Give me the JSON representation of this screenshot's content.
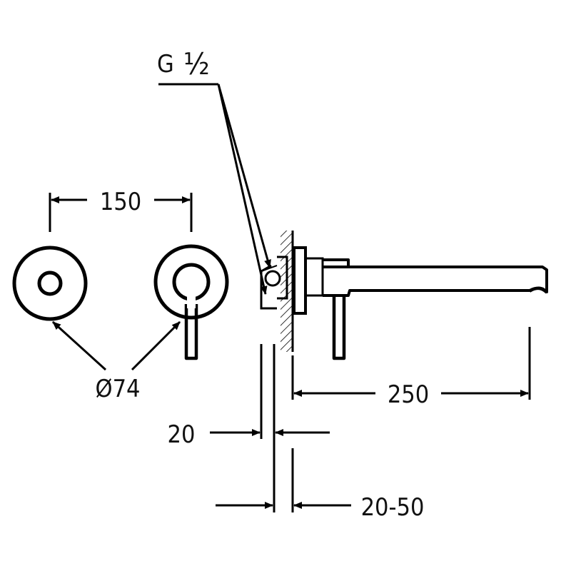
{
  "drawing": {
    "thread_label": "G",
    "thread_fraction": "½",
    "dim_spacing": "150",
    "dim_diameter": "Ø74",
    "dim_spout_length": "250",
    "dim_plate": "20",
    "dim_wall_range": "20-50"
  },
  "colors": {
    "line": "#000000",
    "background": "#ffffff"
  }
}
